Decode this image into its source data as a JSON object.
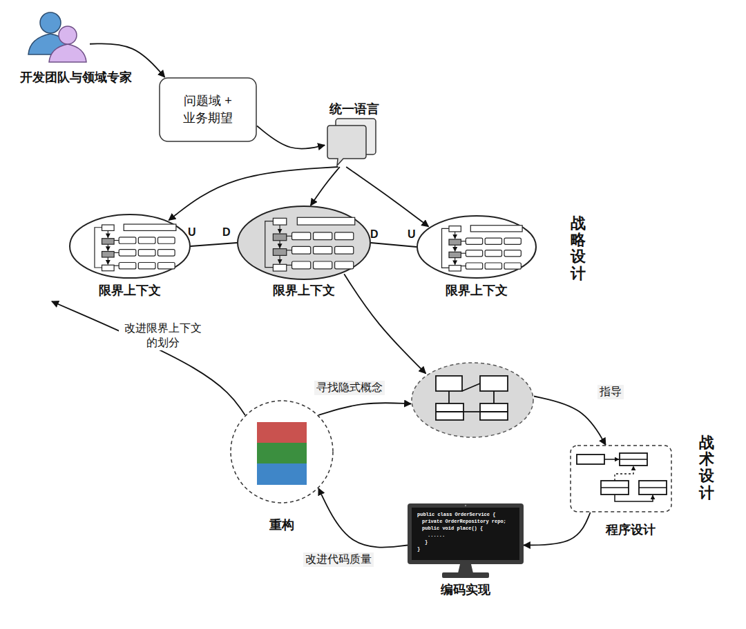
{
  "diagram": {
    "nodes": [
      {
        "text": [
          "开发团队与领域专家"
        ]
      },
      {
        "text": [
          "问题域 + 业务期望"
        ]
      },
      {
        "text": [
          "统一语言"
        ]
      },
      {
        "text": [
          "战略设计"
        ]
      },
      {
        "text": [
          "限界上下文"
        ],
        "in": 3
      },
      {
        "text": [
          "限界上下文"
        ],
        "in": 3
      },
      {
        "text": [
          "限界上下文"
        ],
        "in": 3
      },
      {
        "text": [
          "战术设计"
        ]
      },
      {
        "text": [],
        "in": 7
      },
      {
        "text": [
          "重构"
        ],
        "in": 7
      },
      {
        "text": [
          "程序设计"
        ],
        "in": 7
      },
      {
        "text": [
          "编码实现"
        ],
        "in": 7
      }
    ],
    "edges": [
      {
        "from": 0,
        "to": 1,
        "arrow": "to"
      },
      {
        "from": 1,
        "to": 2,
        "arrow": "to"
      },
      {
        "from": 2,
        "to": 4,
        "arrow": "to"
      },
      {
        "from": 2,
        "to": 5,
        "arrow": "to"
      },
      {
        "from": 2,
        "to": 6,
        "arrow": "to"
      },
      {
        "from": 4,
        "to": 5,
        "arrow": "none"
      },
      {
        "from": 5,
        "to": 6,
        "arrow": "none"
      },
      {
        "from": 5,
        "to": 8,
        "arrow": "to"
      },
      {
        "from": 8,
        "to": 10,
        "label": "指导",
        "arrow": "to"
      },
      {
        "from": 10,
        "to": 11,
        "arrow": "to"
      },
      {
        "from": 11,
        "to": 9,
        "label": "改进代码质量",
        "arrow": "to"
      },
      {
        "from": 9,
        "to": 8,
        "label": "寻找隐式概念",
        "arrow": "to"
      },
      {
        "from": 9,
        "to": 3,
        "label": "改进限界上下文 的划分",
        "arrow": "to"
      }
    ],
    "labels": [
      "U",
      "D",
      "D",
      "U",
      "public class OrderService {",
      "private OrderRepository repo;",
      "public void place() {",
      "......",
      "}",
      "}"
    ]
  }
}
